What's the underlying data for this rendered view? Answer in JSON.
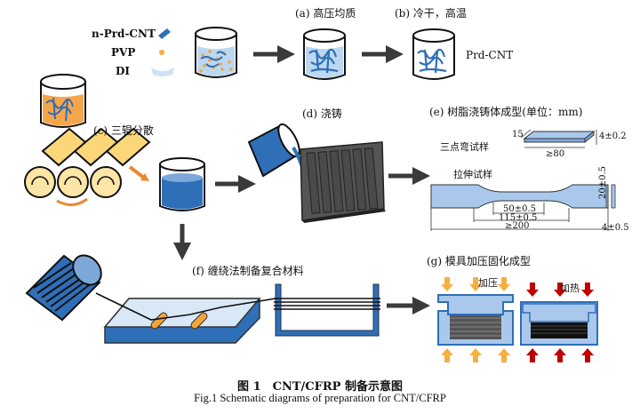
{
  "legend": {
    "items": [
      {
        "label": "n-Prd-CNT",
        "icon": "cnt-bundle-icon"
      },
      {
        "label": "PVP",
        "icon": "pvp-dot-icon"
      },
      {
        "label": "DI",
        "icon": "water-icon"
      }
    ]
  },
  "steps": {
    "a": "(a) 高压均质",
    "b": "(b) 冷干，高温",
    "c": "(c) 三辊分散",
    "d": "(d) 浇铸",
    "e": "(e) 树脂浇铸体成型(单位：mm)",
    "f": "(f) 缠绕法制备复合材料",
    "g": "(g) 模具加压固化成型"
  },
  "product_label": "Prd-CNT",
  "specimens": {
    "bending": {
      "label": "三点弯试样",
      "width": "15",
      "thickness": "4±0.2",
      "length": "≥80"
    },
    "tensile": {
      "label": "拉伸试样",
      "gauge": "50±0.5",
      "shoulder": "115±0.5",
      "total": "≥200",
      "width": "20±0.5",
      "thickness": "4±0.5"
    }
  },
  "mold": {
    "pressure_label": "加压",
    "heat_label": "加热"
  },
  "colors": {
    "blue": "#2f6fb8",
    "light_blue": "#a9c8ec",
    "orange": "#f4a43a",
    "dark_red": "#c00000",
    "roller": "#fbd77a",
    "arrow": "#3a3a3a"
  },
  "caption": {
    "zh": "图 1　CNT/CFRP 制备示意图",
    "en": "Fig.1  Schematic diagrams of preparation for CNT/CFRP"
  }
}
